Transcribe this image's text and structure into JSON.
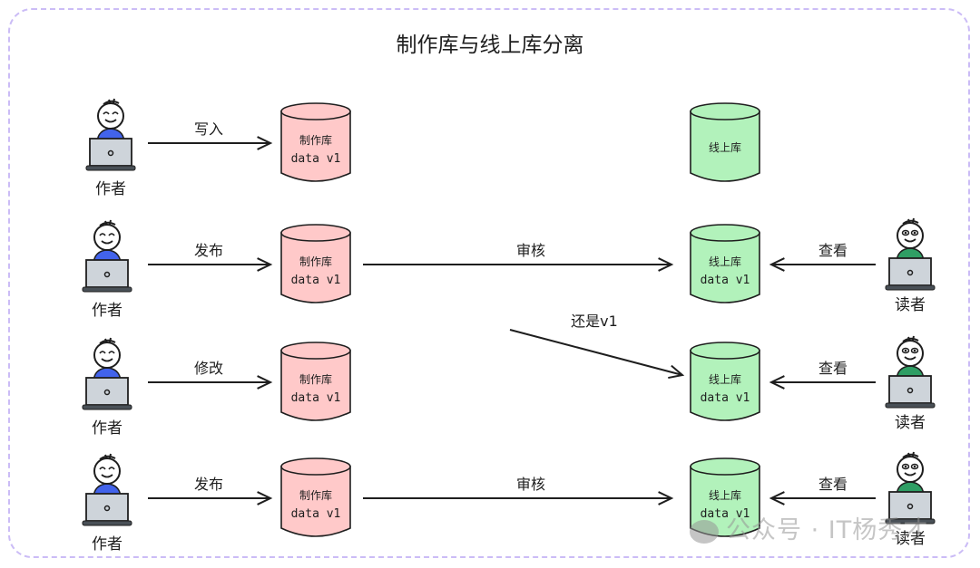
{
  "title": "制作库与线上库分离",
  "colors": {
    "draft_db_fill": "#ffc9c9",
    "online_db_fill": "#b2f2bb",
    "author_shirt": "#4263eb",
    "reader_shirt": "#2f9e64",
    "laptop": "#ced4da",
    "frame_border": "#cbbcf6",
    "stroke": "#1e1e1e"
  },
  "rows": [
    {
      "actor": {
        "role": "author",
        "label": "作者",
        "face": "smiling"
      },
      "action": "写入",
      "draft_db": {
        "name": "制作库",
        "version": "data v1"
      },
      "review": null,
      "online_db": {
        "name": "线上库",
        "version": ""
      },
      "reader": null
    },
    {
      "actor": {
        "role": "author",
        "label": "作者",
        "face": "smiling"
      },
      "action": "发布",
      "draft_db": {
        "name": "制作库",
        "version": "data v1"
      },
      "review": "审核",
      "online_db": {
        "name": "线上库",
        "version": "data v1"
      },
      "reader": {
        "label": "读者",
        "action": "查看"
      }
    },
    {
      "actor": {
        "role": "author",
        "label": "作者",
        "face": "smiling"
      },
      "action": "修改",
      "draft_db": {
        "name": "制作库",
        "version": "data v1"
      },
      "review": null,
      "note": "还是v1",
      "online_db": {
        "name": "线上库",
        "version": "data v1"
      },
      "reader": {
        "label": "读者",
        "action": "查看"
      }
    },
    {
      "actor": {
        "role": "author",
        "label": "作者",
        "face": "smiling"
      },
      "action": "发布",
      "draft_db": {
        "name": "制作库",
        "version": "data v1"
      },
      "review": "审核",
      "online_db": {
        "name": "线上库",
        "version": "data v1"
      },
      "reader": {
        "label": "读者",
        "action": "查看"
      }
    }
  ],
  "watermark": "公众号 · IT杨秀才"
}
